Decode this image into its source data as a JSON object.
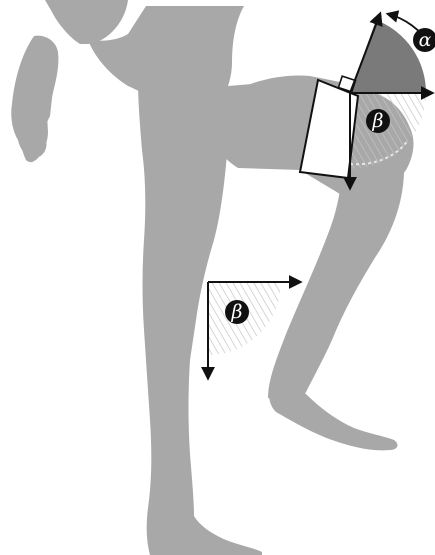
{
  "labels": {
    "alpha_symbol": "α",
    "beta_symbol_knee": "β",
    "beta_symbol_reference": "β"
  },
  "colors": {
    "body": "#a8a8a8",
    "alpha_sector": "#7a7a7a",
    "axis": "#111111",
    "hatch": "#c9c9c9",
    "badge": "#111111",
    "background": "#ffffff"
  }
}
